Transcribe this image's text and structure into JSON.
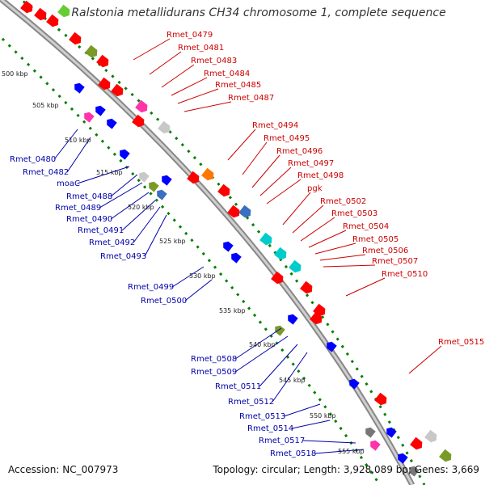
{
  "title": "Ralstonia metallidurans CH34 chromosome 1, complete sequence",
  "accession": "Accession: NC_007973",
  "summary": "Topology: circular; Length: 3,928,089 bp; Genes: 3,669",
  "colors": {
    "forward": "#ff0000",
    "reverse": "#0000ff",
    "backbone": "#9a9a9a",
    "gc_dots": "#008000",
    "forward_label": "#cc0000",
    "reverse_label": "#0000aa"
  },
  "kbp_ticks": [
    "500 kbp",
    "505 kbp",
    "510 kbp",
    "515 kbp",
    "520 kbp",
    "525 kbp",
    "530 kbp",
    "535 kbp",
    "540 kbp",
    "545 kbp",
    "550 kbp",
    "555 kbp"
  ],
  "forward_labels": [
    "Rmet_0479",
    "Rmet_0481",
    "Rmet_0483",
    "Rmet_0484",
    "Rmet_0485",
    "Rmet_0487",
    "Rmet_0494",
    "Rmet_0495",
    "Rmet_0496",
    "Rmet_0497",
    "Rmet_0498",
    "pgk",
    "Rmet_0502",
    "Rmet_0503",
    "Rmet_0504",
    "Rmet_0505",
    "Rmet_0506",
    "Rmet_0507",
    "Rmet_0510",
    "Rmet_0515"
  ],
  "reverse_labels": [
    "Rmet_0480",
    "Rmet_0482",
    "moaC",
    "Rmet_0488",
    "Rmet_0489",
    "Rmet_0490",
    "Rmet_0491",
    "Rmet_0492",
    "Rmet_0493",
    "Rmet_0499",
    "Rmet_0500",
    "Rmet_0508",
    "Rmet_0509",
    "Rmet_0511",
    "Rmet_0512",
    "Rmet_0513",
    "Rmet_0514",
    "Rmet_0517",
    "Rmet_0518"
  ]
}
